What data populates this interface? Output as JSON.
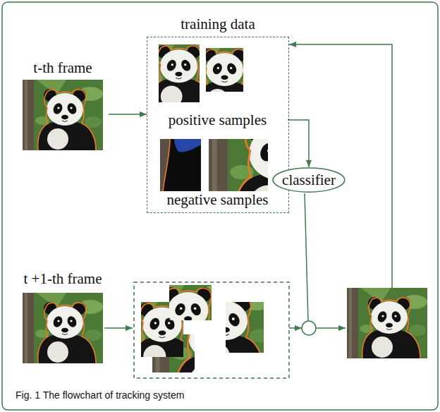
{
  "diagram": {
    "caption": "Fig. 1 The flowchart of tracking system",
    "nodes": [
      {
        "text": [
          "t-th frame"
        ]
      },
      {
        "text": [
          "training data"
        ]
      },
      {
        "text": [
          "positive samples"
        ],
        "in": 1
      },
      {
        "text": [
          "negative samples"
        ],
        "in": 1
      },
      {
        "text": [
          "classifier"
        ]
      },
      {
        "text": [
          "t +1-th frame"
        ]
      }
    ],
    "edges": [
      {
        "from": 0,
        "to": 1,
        "arrow": "to"
      },
      {
        "from": 2,
        "to": 4,
        "arrow": "to"
      }
    ]
  }
}
